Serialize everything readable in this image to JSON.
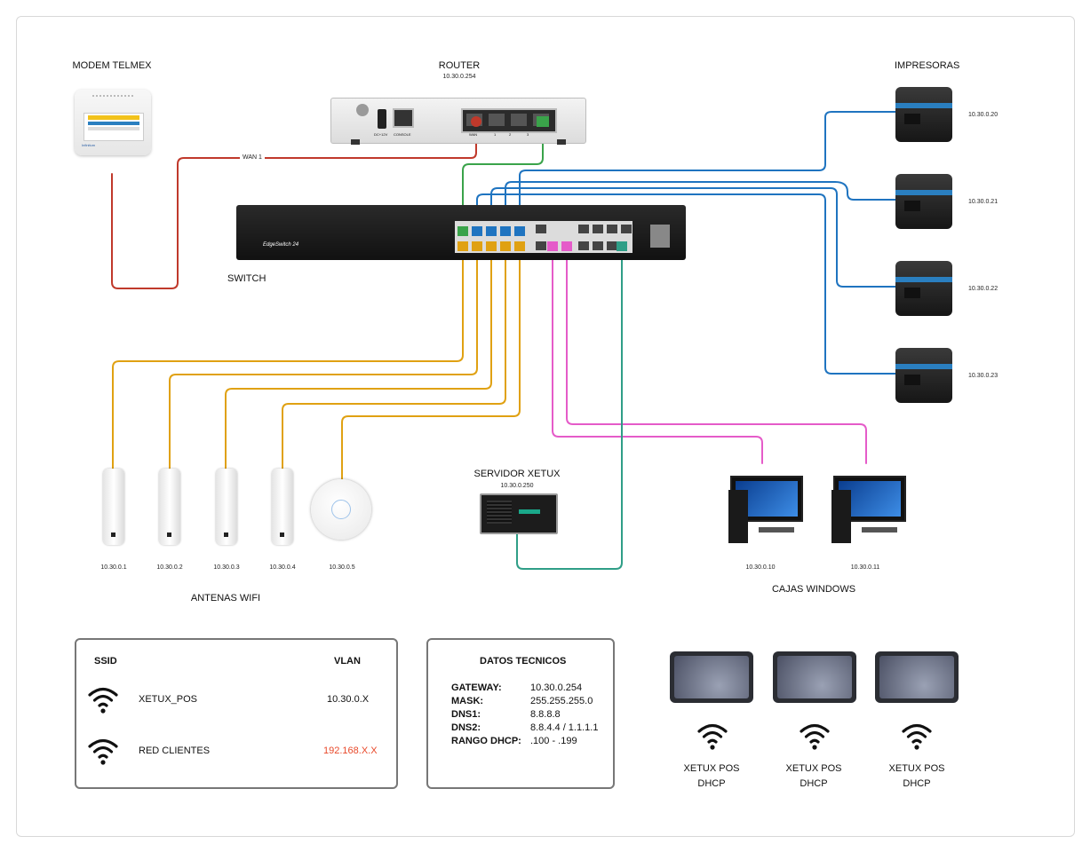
{
  "labels": {
    "modem": "MODEM TELMEX",
    "router": "ROUTER",
    "router_ip": "10.30.0.254",
    "wan": "WAN 1",
    "switch": "SWITCH",
    "printers": "IMPRESORAS",
    "server": "SERVIDOR XETUX",
    "server_ip": "10.30.0.250",
    "antennas": "ANTENAS WIFI",
    "pcs": "CAJAS WINDOWS"
  },
  "devices": {
    "switch_brand": "EdgeSwitch 24",
    "router_ports": [
      "DC+12V",
      "CONSOLE",
      "WAN",
      "1",
      "2",
      "3"
    ]
  },
  "printers": [
    {
      "ip": "10.30.0.20"
    },
    {
      "ip": "10.30.0.21"
    },
    {
      "ip": "10.30.0.22"
    },
    {
      "ip": "10.30.0.23"
    }
  ],
  "antennas": [
    {
      "ip": "10.30.0.1"
    },
    {
      "ip": "10.30.0.2"
    },
    {
      "ip": "10.30.0.3"
    },
    {
      "ip": "10.30.0.4"
    },
    {
      "ip": "10.30.0.5"
    }
  ],
  "pcs": [
    {
      "ip": "10.30.0.10"
    },
    {
      "ip": "10.30.0.11"
    }
  ],
  "ssid_table": {
    "col_ssid": "SSID",
    "col_vlan": "VLAN",
    "rows": [
      {
        "name": "XETUX_POS",
        "vlan": "10.30.0.X"
      },
      {
        "name": "RED CLIENTES",
        "vlan": "192.168.X.X"
      }
    ]
  },
  "tech": {
    "title": "DATOS TECNICOS",
    "rows": [
      {
        "key": "GATEWAY:",
        "value": "10.30.0.254"
      },
      {
        "key": "MASK:",
        "value": "255.255.255.0"
      },
      {
        "key": "DNS1:",
        "value": "8.8.8.8"
      },
      {
        "key": "DNS2:",
        "value": "8.8.4.4 / 1.1.1.1"
      },
      {
        "key": "RANGO DHCP:",
        "value": ".100 - .199"
      }
    ]
  },
  "tablets": [
    {
      "line1": "XETUX POS",
      "line2": "DHCP"
    },
    {
      "line1": "XETUX POS",
      "line2": "DHCP"
    },
    {
      "line1": "XETUX POS",
      "line2": "DHCP"
    }
  ],
  "colors": {
    "wan": "#c0392b",
    "router_link": "#3aa34a",
    "printer_link": "#1f74c0",
    "antenna_link": "#e0a112",
    "pc_link": "#e55bc9",
    "server_link": "#2f9e87",
    "highlight_vlan": "#e8492a"
  }
}
